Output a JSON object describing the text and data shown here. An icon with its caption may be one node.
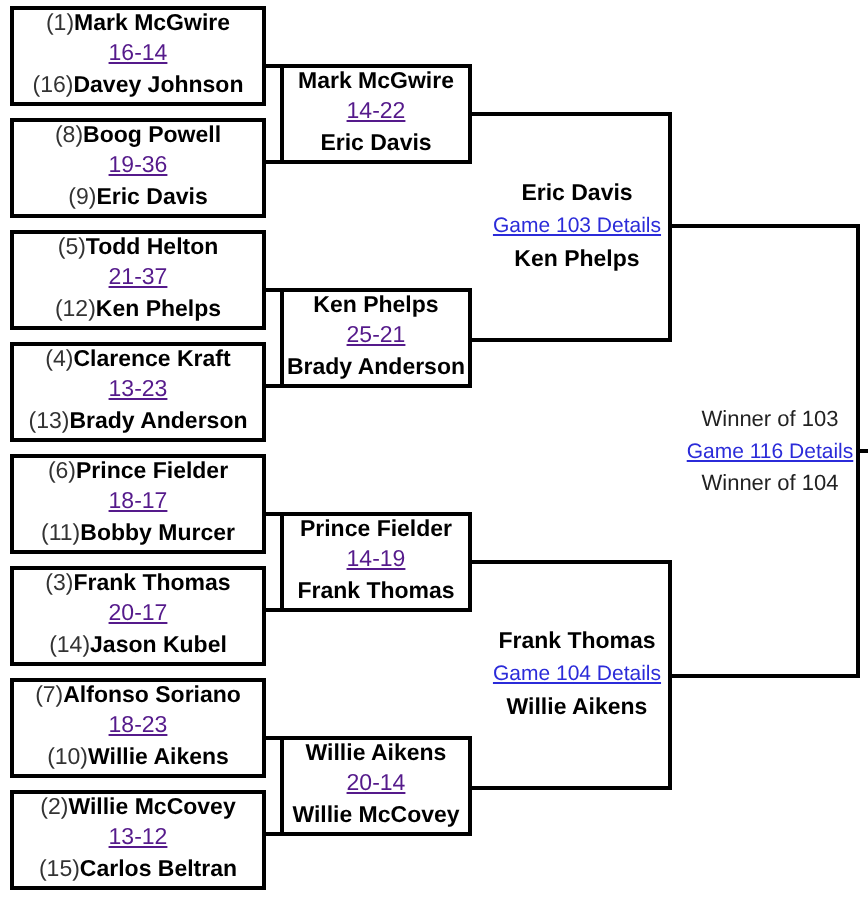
{
  "diagram": {
    "nodes": [
      {
        "text": [
          "(1)**Mark McGwire**",
          "16-14",
          "(16)**Davey Johnson**"
        ]
      },
      {
        "text": [
          "(8)**Boog Powell**",
          "19-36",
          "(9)**Eric Davis**"
        ]
      },
      {
        "text": [
          "(5)**Todd Helton**",
          "21-37",
          "(12)**Ken Phelps**"
        ]
      },
      {
        "text": [
          "(4)**Clarence Kraft**",
          "13-23",
          "(13)**Brady Anderson**"
        ]
      },
      {
        "text": [
          "(6)**Prince Fielder**",
          "18-17",
          "(11)**Bobby Murcer**"
        ]
      },
      {
        "text": [
          "(3)**Frank Thomas**",
          "20-17",
          "(14)**Jason Kubel**"
        ]
      },
      {
        "text": [
          "(7)**Alfonso Soriano**",
          "18-23",
          "(10)**Willie Aikens**"
        ]
      },
      {
        "text": [
          "(2)**Willie McCovey**",
          "13-12",
          "(15)**Carlos Beltran**"
        ]
      },
      {
        "text": [
          "Mark McGwire",
          "14-22",
          "Eric Davis"
        ]
      },
      {
        "text": [
          "Ken Phelps",
          "25-21",
          "Brady Anderson"
        ]
      },
      {
        "text": [
          "Prince Fielder",
          "14-19",
          "Frank Thomas"
        ]
      },
      {
        "text": [
          "Willie Aikens",
          "20-14",
          "Willie McCovey"
        ]
      },
      {
        "text": [
          "Eric Davis",
          "Game 103 Details",
          "Ken Phelps"
        ]
      },
      {
        "text": [
          "Frank Thomas",
          "Game 104 Details",
          "Willie Aikens"
        ]
      },
      {
        "text": [
          "Winner of 103",
          "Game 116 Details",
          "Winner of 104"
        ]
      }
    ],
    "edges": [
      {
        "from": 0,
        "to": 8,
        "arrow": "none"
      },
      {
        "from": 1,
        "to": 8,
        "arrow": "none"
      },
      {
        "from": 2,
        "to": 9,
        "arrow": "none"
      },
      {
        "from": 3,
        "to": 9,
        "arrow": "none"
      },
      {
        "from": 4,
        "to": 10,
        "arrow": "none"
      },
      {
        "from": 5,
        "to": 10,
        "arrow": "none"
      },
      {
        "from": 6,
        "to": 11,
        "arrow": "none"
      },
      {
        "from": 7,
        "to": 11,
        "arrow": "none"
      },
      {
        "from": 8,
        "to": 12,
        "arrow": "none"
      },
      {
        "from": 9,
        "to": 12,
        "arrow": "none"
      },
      {
        "from": 10,
        "to": 13,
        "arrow": "none"
      },
      {
        "from": 11,
        "to": 13,
        "arrow": "none"
      },
      {
        "from": 12,
        "to": 14,
        "arrow": "none"
      },
      {
        "from": 13,
        "to": 14,
        "arrow": "none"
      },
      {
        "from": 14,
        "to": null,
        "arrow": "none"
      }
    ]
  }
}
